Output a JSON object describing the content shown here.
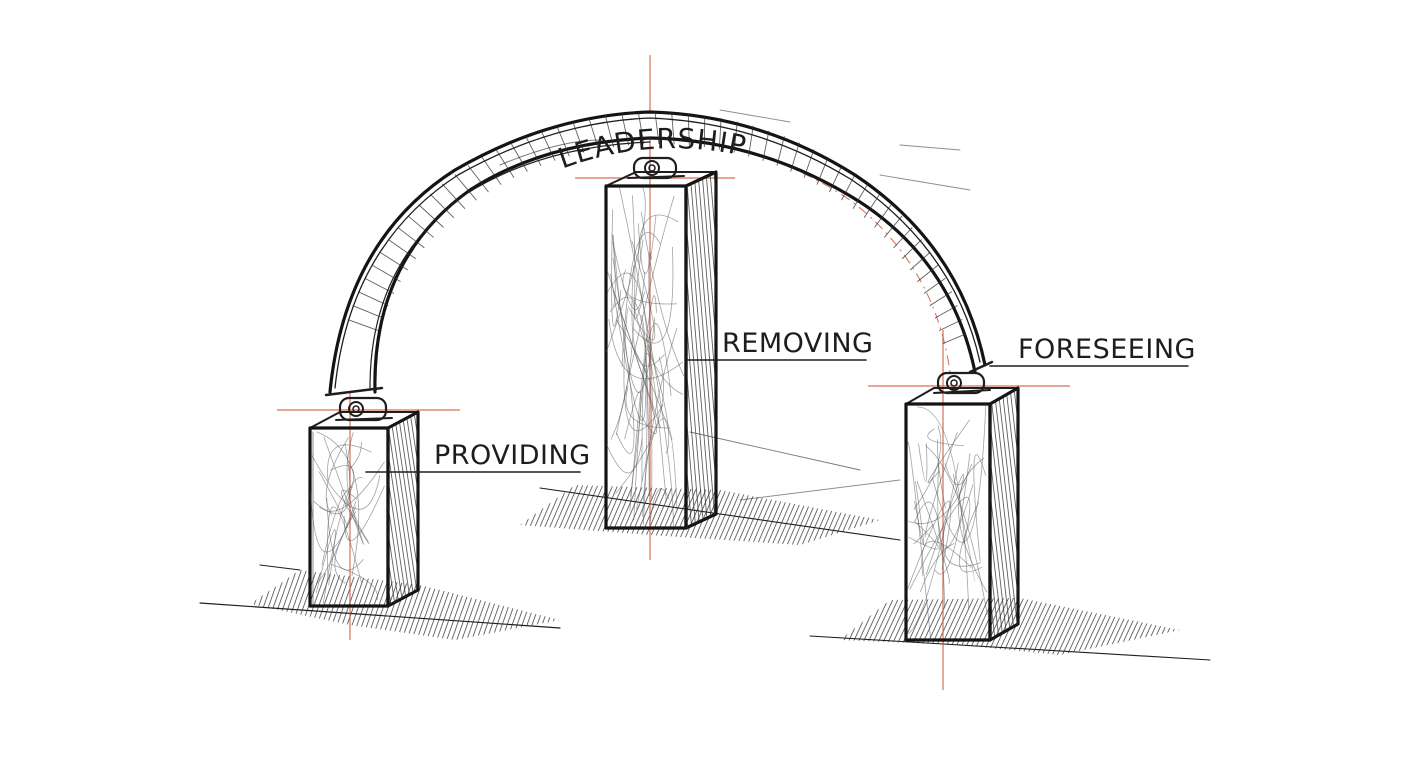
{
  "arch": {
    "label": "LEADERSHIP"
  },
  "pillars": [
    {
      "id": "left",
      "label": "PROVIDING"
    },
    {
      "id": "center",
      "label": "REMOVING"
    },
    {
      "id": "right",
      "label": "FORESEEING"
    }
  ],
  "colors": {
    "ink": "#1e1e1e",
    "guide": "#d0583a",
    "paper": "#ffffff"
  }
}
